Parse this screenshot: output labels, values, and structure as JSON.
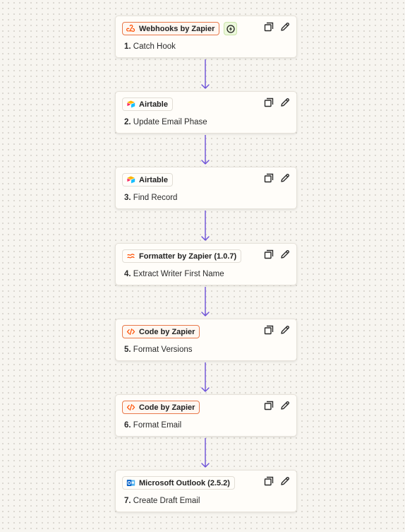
{
  "colors": {
    "canvas": "#f7f5f0",
    "connector": "#6b4fd8",
    "zapier_orange": "#ff4f00",
    "trigger_green": "#2f7d1f"
  },
  "steps": [
    {
      "number": "1.",
      "title": "Catch Hook",
      "app": "Webhooks by Zapier",
      "icon": "webhook-icon",
      "orange": true,
      "trigger": true
    },
    {
      "number": "2.",
      "title": "Update Email Phase",
      "app": "Airtable",
      "icon": "airtable-icon",
      "orange": false,
      "trigger": false
    },
    {
      "number": "3.",
      "title": "Find Record",
      "app": "Airtable",
      "icon": "airtable-icon",
      "orange": false,
      "trigger": false
    },
    {
      "number": "4.",
      "title": "Extract Writer First Name",
      "app": "Formatter by Zapier (1.0.7)",
      "icon": "formatter-icon",
      "orange": false,
      "trigger": false
    },
    {
      "number": "5.",
      "title": "Format Versions",
      "app": "Code by Zapier",
      "icon": "code-icon",
      "orange": true,
      "trigger": false
    },
    {
      "number": "6.",
      "title": "Format Email",
      "app": "Code by Zapier",
      "icon": "code-icon",
      "orange": true,
      "trigger": false
    },
    {
      "number": "7.",
      "title": "Create Draft Email",
      "app": "Microsoft Outlook (2.5.2)",
      "icon": "outlook-icon",
      "orange": false,
      "trigger": false
    }
  ],
  "actions": {
    "duplicate": "copy-icon",
    "edit": "pencil-icon"
  }
}
